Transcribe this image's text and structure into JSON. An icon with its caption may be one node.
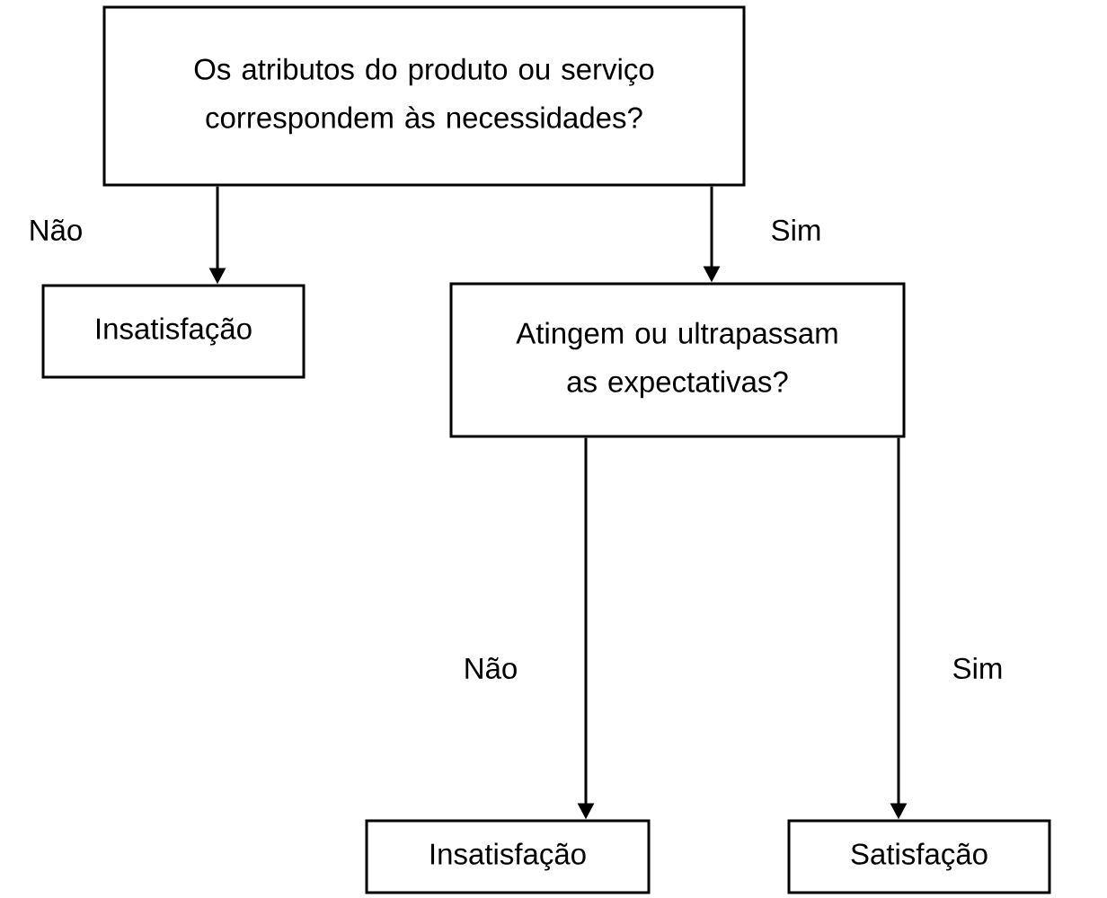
{
  "diagram": {
    "nodes": [
      {
        "text": [
          "Os atributos do produto ou serviço correspondem às necessidades?"
        ]
      },
      {
        "text": [
          "Insatisfação"
        ]
      },
      {
        "text": [
          "Atingem ou ultrapassam as expectativas?"
        ]
      },
      {
        "text": [
          "Insatisfação"
        ]
      },
      {
        "text": [
          "Satisfação"
        ]
      }
    ],
    "edges": [
      {
        "from": 0,
        "to": 1,
        "arrow": "to",
        "label": "Não"
      },
      {
        "from": 0,
        "to": 2,
        "arrow": "to",
        "label": "Sim"
      },
      {
        "from": 2,
        "to": 3,
        "arrow": "to",
        "label": "Não"
      },
      {
        "from": 2,
        "to": 4,
        "arrow": "to",
        "label": "Sim"
      }
    ]
  }
}
